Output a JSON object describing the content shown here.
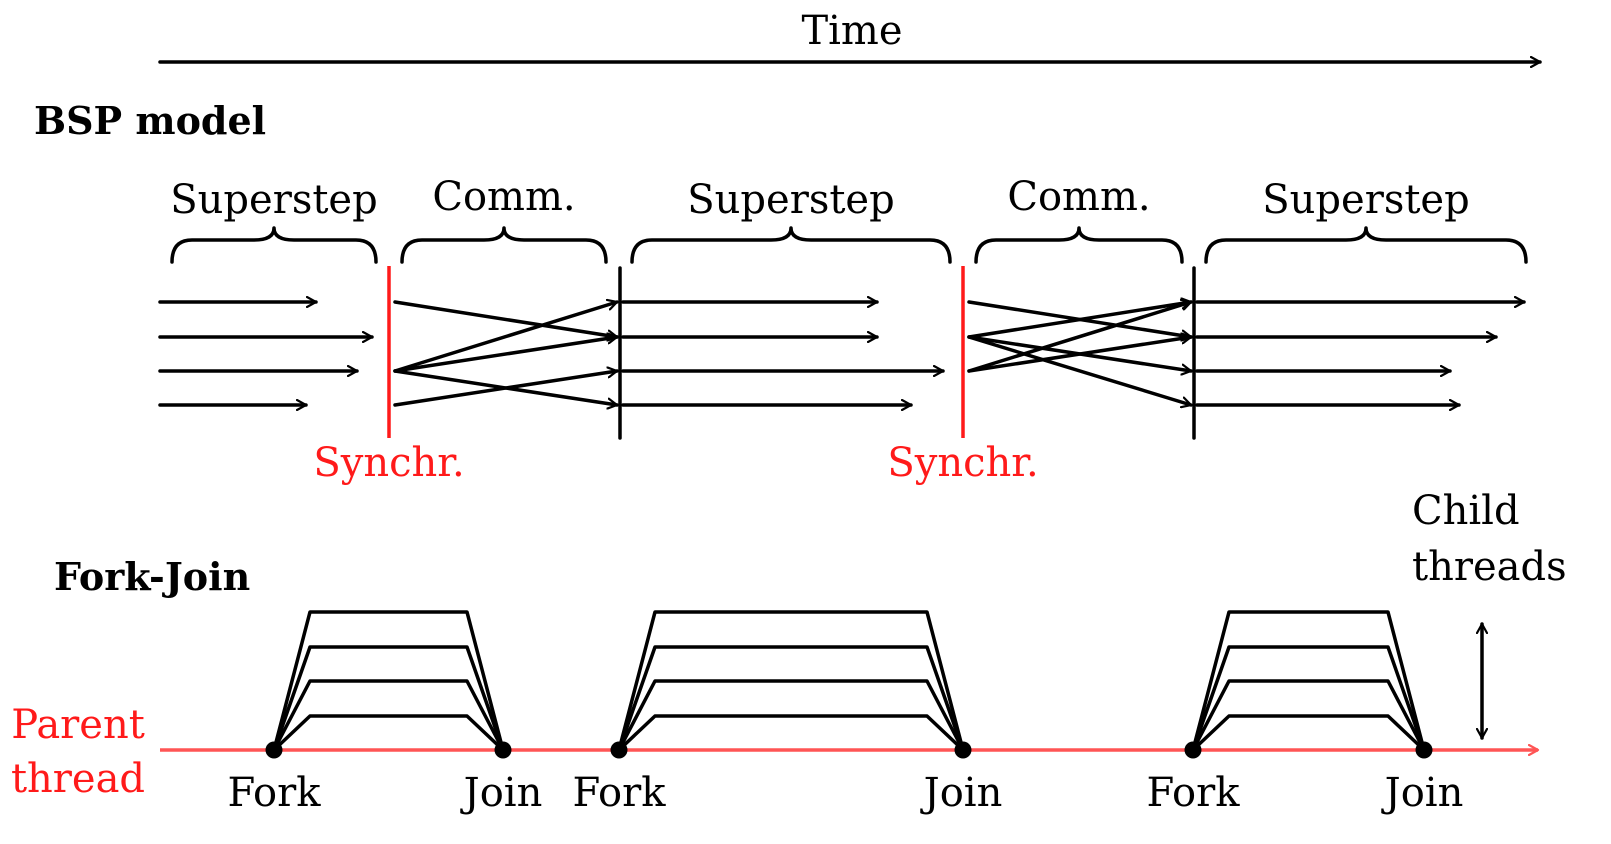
{
  "time_label": "Time",
  "bsp": {
    "title": "BSP model",
    "phases": [
      "Superstep",
      "Comm.",
      "Superstep",
      "Comm.",
      "Superstep"
    ],
    "sync_labels": [
      "Synchr.",
      "Synchr."
    ]
  },
  "forkjoin": {
    "title": "Fork-Join",
    "parent_label_line1": "Parent",
    "parent_label_line2": "thread",
    "child_label_line1": "Child",
    "child_label_line2": "threads",
    "events": [
      "Fork",
      "Join",
      "Fork",
      "Join",
      "Fork",
      "Join"
    ]
  },
  "colors": {
    "sync": "#ff1a1a",
    "parent": "#ff5555",
    "ink": "#000000"
  }
}
